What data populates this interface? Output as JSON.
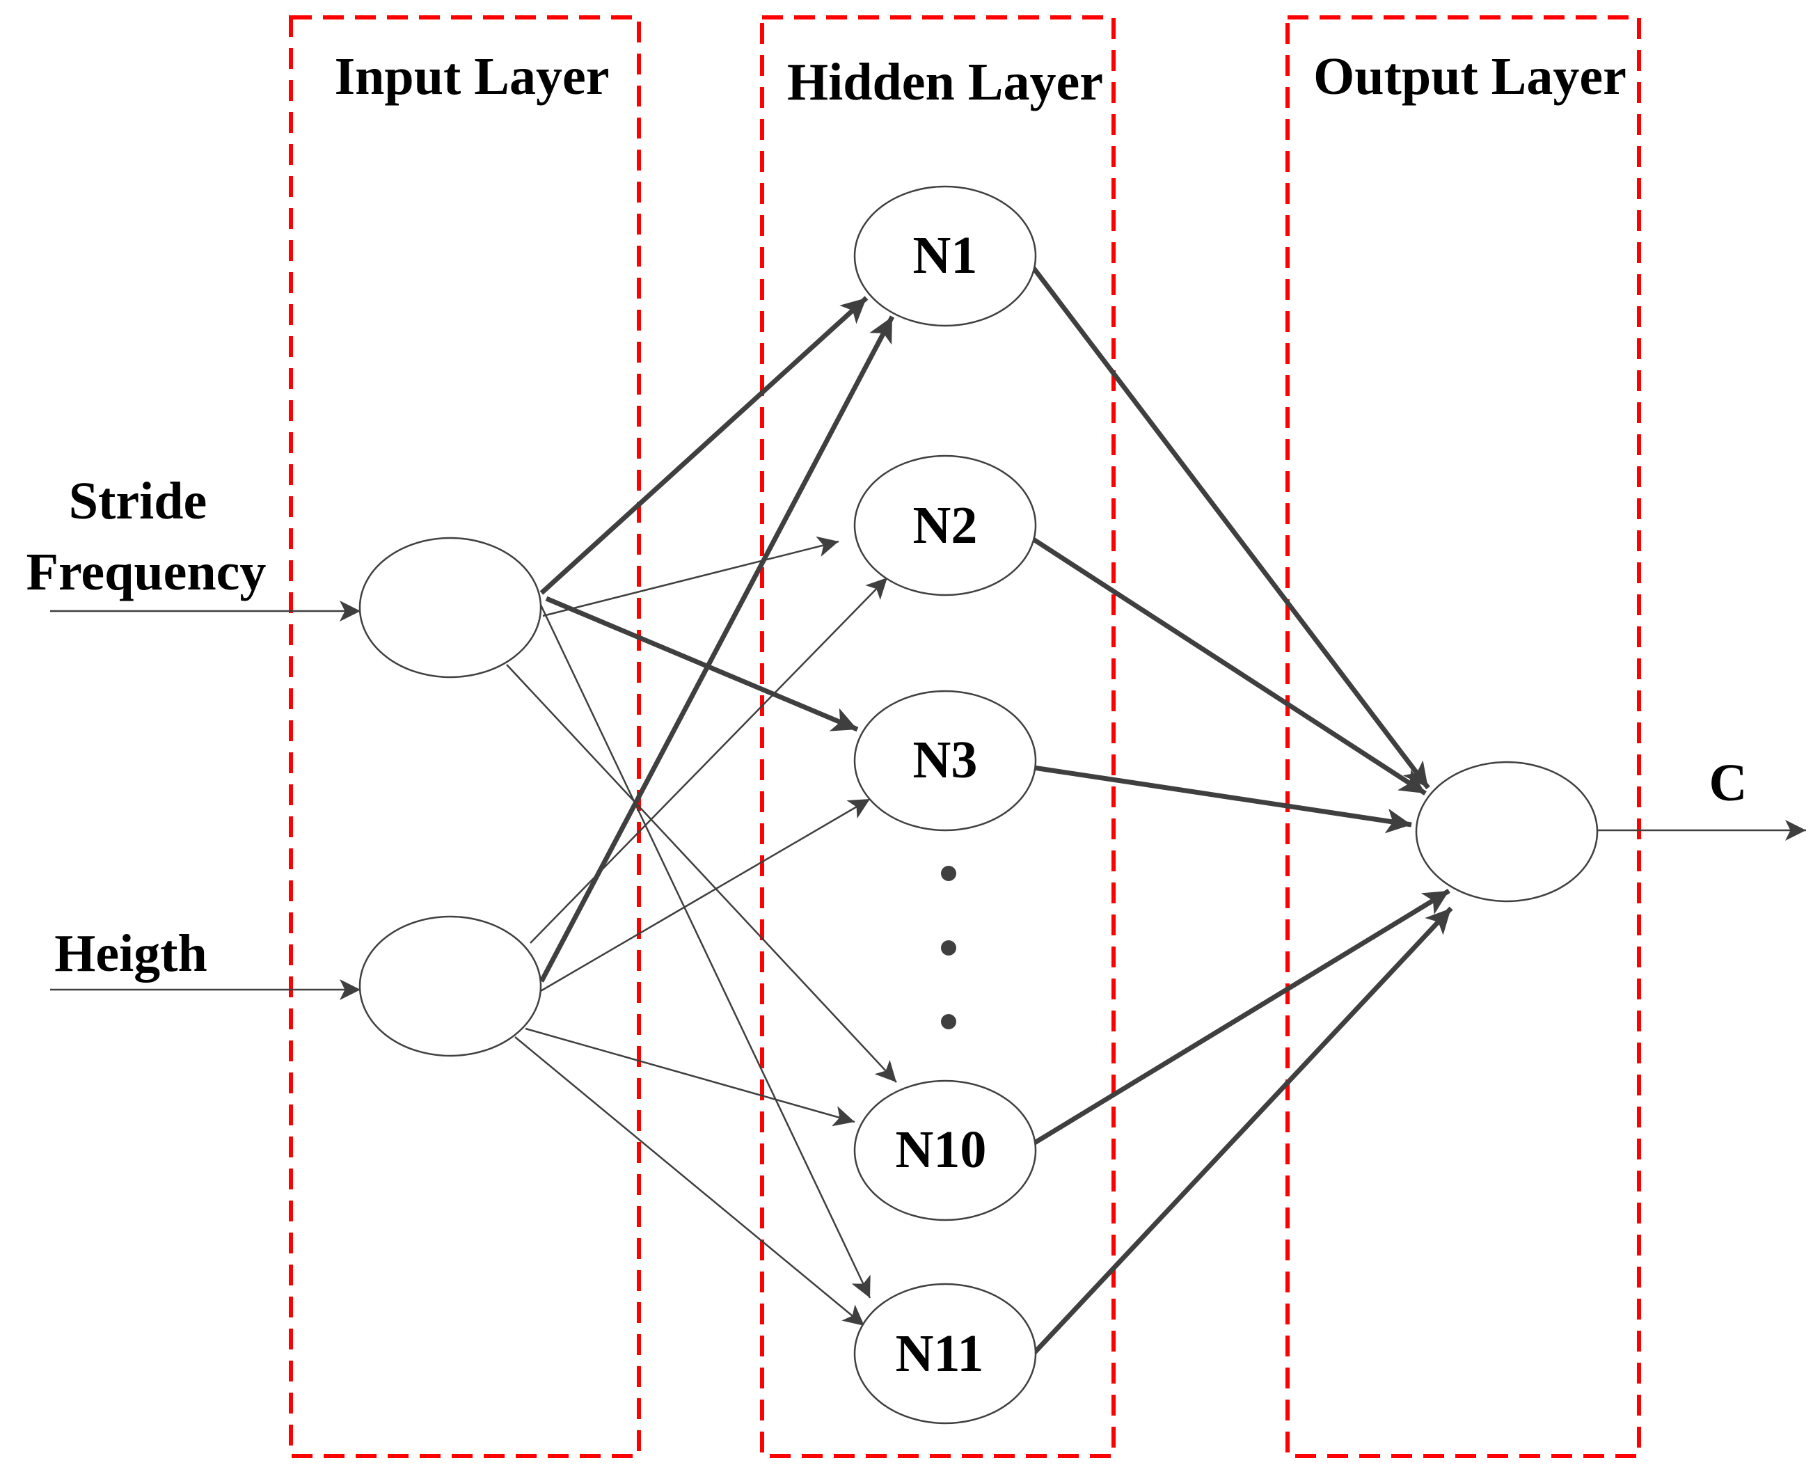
{
  "layers": {
    "input": "Input Layer",
    "hidden": "Hidden Layer",
    "output": "Output Layer"
  },
  "inputs": {
    "stride_line1": "Stride",
    "stride_line2": "Frequency",
    "height": "Heigth"
  },
  "hidden_nodes": [
    "N1",
    "N2",
    "N3",
    "N10",
    "N11"
  ],
  "output": {
    "label": "C"
  },
  "colors": {
    "layer_border": "#ff0000",
    "edge": "#3f3f3f",
    "node_stroke": "#404040"
  }
}
